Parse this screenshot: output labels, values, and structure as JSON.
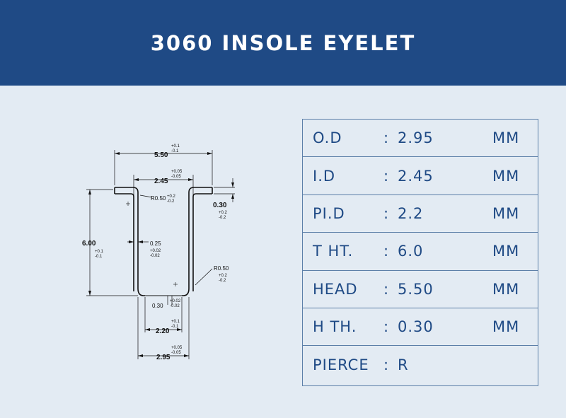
{
  "header": {
    "title": "3060 INSOLE EYELET"
  },
  "drawing": {
    "head_dim": "5.50",
    "head_tol_plus": "+0.1",
    "head_tol_minus": "-0.1",
    "id_dim": "2.45",
    "id_tol_plus": "+0.05",
    "id_tol_minus": "-0.05",
    "outer_radius": "R0.50",
    "outer_radius_tol_plus": "+0.2",
    "outer_radius_tol_minus": "-0.2",
    "thickness_dim": "0.30",
    "thickness_tol_plus": "+0.2",
    "thickness_tol_minus": "-0.2",
    "height_dim": "6.00",
    "height_tol_plus": "+0.1",
    "height_tol_minus": "-0.1",
    "wall_dim": "0.25",
    "wall_tol_plus": "+0.02",
    "wall_tol_minus": "-0.02",
    "bottom_radius": "R0.50",
    "bottom_radius_tol_plus": "+0.2",
    "bottom_radius_tol_minus": "-0.2",
    "flange_dim": "0.30",
    "flange_tol_plus": "+0.02",
    "flange_tol_minus": "-0.02",
    "pierce_dim": "2.20",
    "pierce_tol_plus": "+0.1",
    "pierce_tol_minus": "-0.1",
    "od_dim": "2.95",
    "od_tol_plus": "+0.05",
    "od_tol_minus": "-0.05"
  },
  "specs": [
    {
      "label": "O.D",
      "colon": ":",
      "value": "2.95",
      "unit": "MM"
    },
    {
      "label": "I.D",
      "colon": ":",
      "value": "2.45",
      "unit": "MM"
    },
    {
      "label": "PI.D",
      "colon": ":",
      "value": "2.2",
      "unit": "MM"
    },
    {
      "label": "T HT.",
      "colon": ":",
      "value": "6.0",
      "unit": "MM"
    },
    {
      "label": "HEAD",
      "colon": ":",
      "value": "5.50",
      "unit": "MM"
    },
    {
      "label": "H TH.",
      "colon": ":",
      "value": "0.30",
      "unit": "MM"
    },
    {
      "label": "PIERCE",
      "colon": ":",
      "value": "R",
      "unit": ""
    }
  ],
  "colors": {
    "header_bg": "#1f4a85",
    "page_bg": "#e3ebf3",
    "accent_text": "#1f4a85",
    "table_border": "#5c7fa8"
  }
}
